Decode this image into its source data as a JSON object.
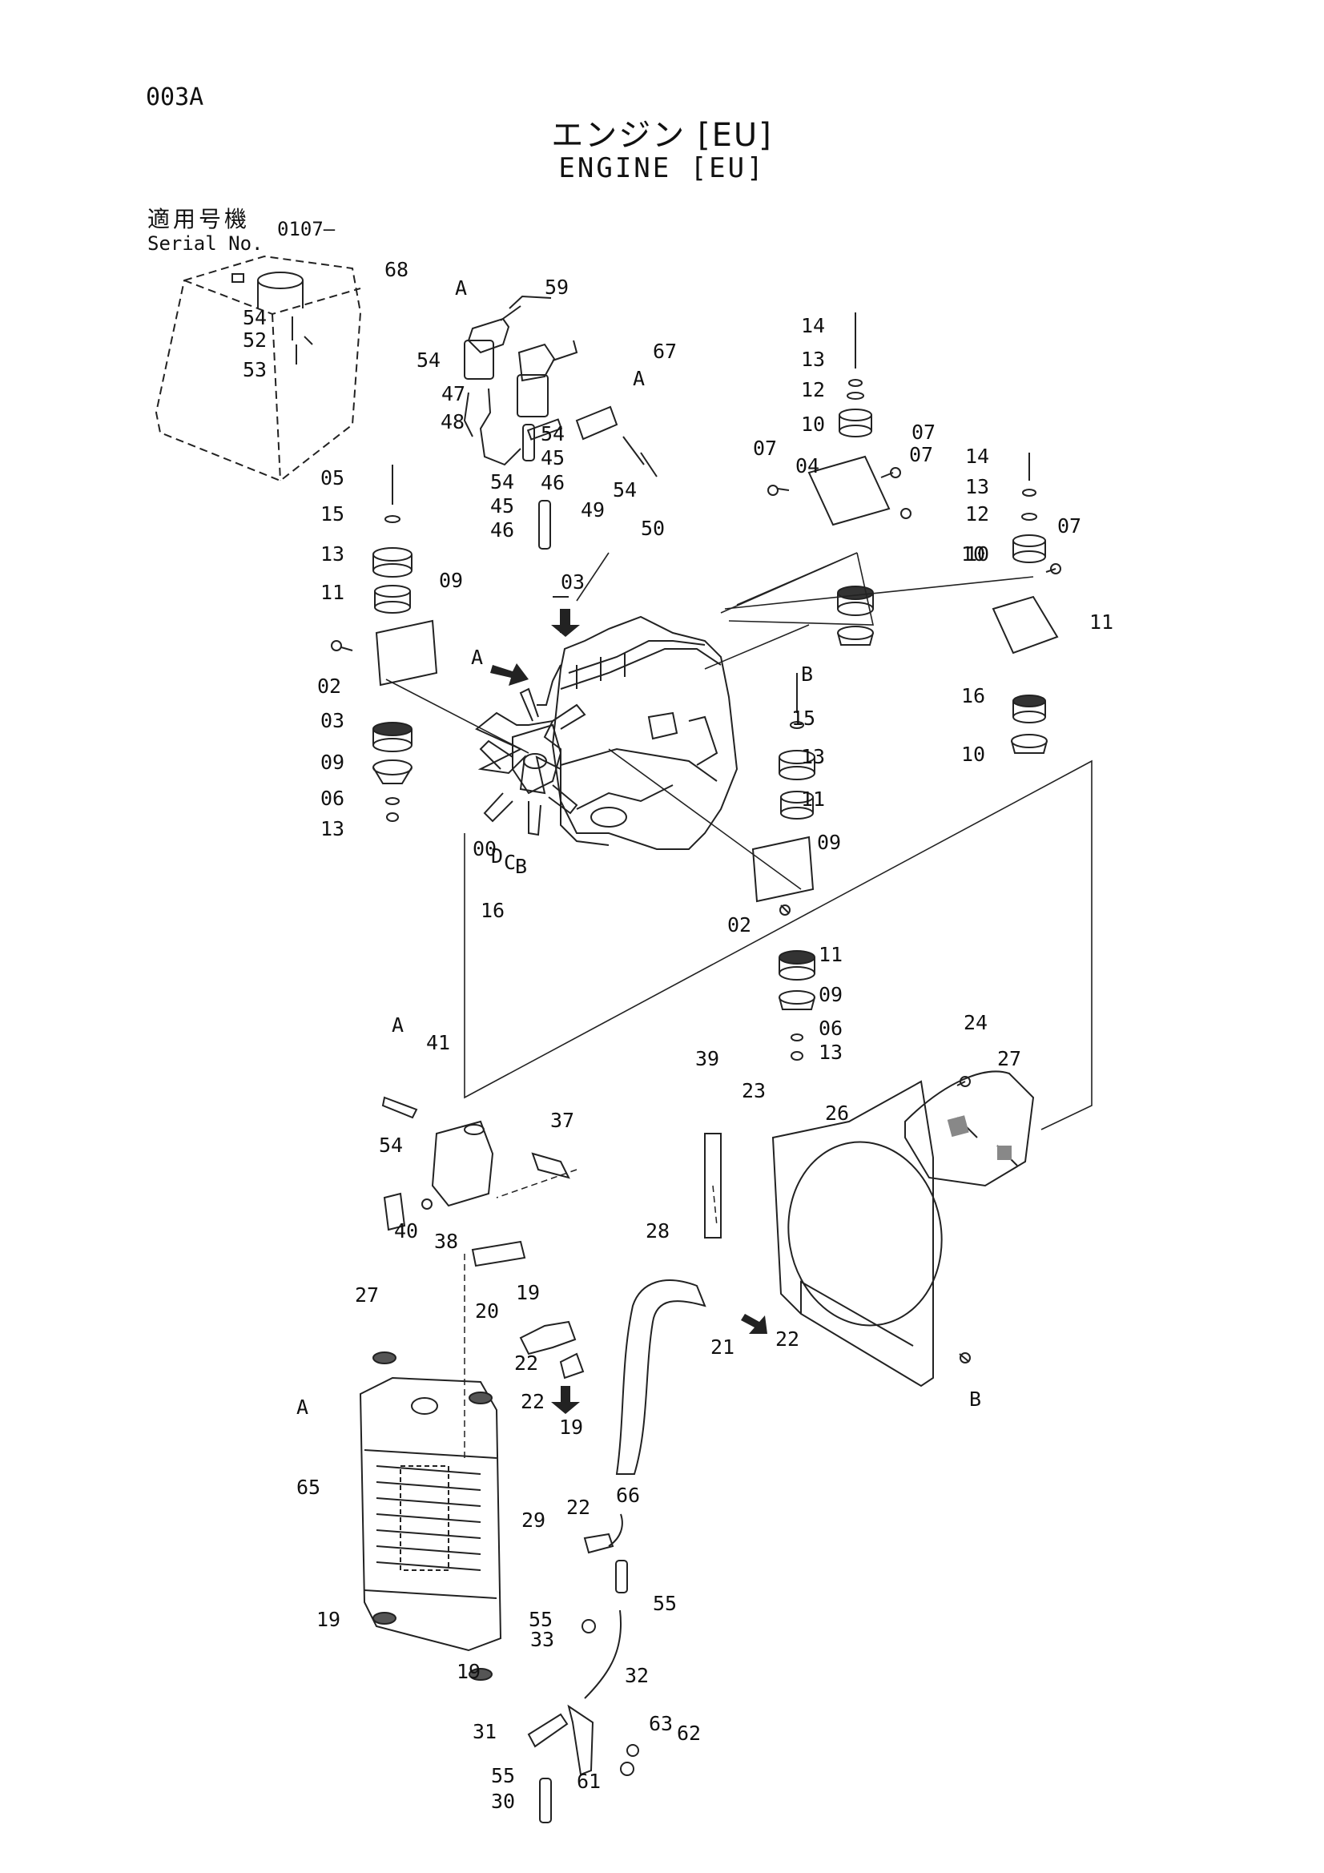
{
  "page_code": "003A",
  "title_jp": "エンジン [EU]",
  "title_en": "ENGINE [EU]",
  "serial": {
    "label_jp": "適用号機",
    "label_en": "Serial No.",
    "value": "0107–"
  },
  "callouts": [
    "68",
    "A",
    "59",
    "54",
    "52",
    "53",
    "54",
    "47",
    "48",
    "67",
    "A",
    "54",
    "45",
    "46",
    "54",
    "45",
    "46",
    "54",
    "49",
    "50",
    "14",
    "13",
    "12",
    "10",
    "07",
    "04",
    "07",
    "07",
    "14",
    "13",
    "12",
    "10",
    "07",
    "10",
    "11",
    "05",
    "15",
    "13",
    "11",
    "09",
    "02",
    "03",
    "A",
    "B",
    "15",
    "13",
    "11",
    "09",
    "02",
    "03",
    "09",
    "06",
    "13",
    "16",
    "10",
    "11",
    "09",
    "06",
    "13",
    "16",
    "00",
    "D",
    "C",
    "B",
    "A",
    "41",
    "54",
    "37",
    "40",
    "38",
    "39",
    "23",
    "26",
    "24",
    "27",
    "28",
    "21",
    "22",
    "B",
    "27",
    "19",
    "20",
    "22",
    "22",
    "19",
    "A",
    "65",
    "66",
    "22",
    "29",
    "55",
    "55",
    "33",
    "32",
    "19",
    "19",
    "31",
    "63",
    "62",
    "55",
    "61",
    "30"
  ]
}
